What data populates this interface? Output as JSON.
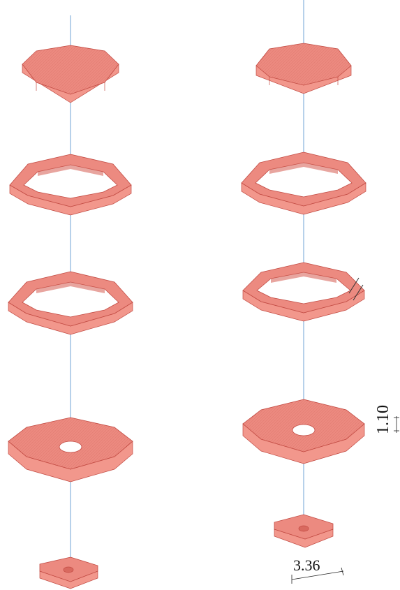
{
  "colors": {
    "top_face": "#ec8a80",
    "side_face": "#f2978c",
    "side_dark": "#d9695f",
    "edge": "#c24b43",
    "axis": "#6fa3d6",
    "dimension": "#222222"
  },
  "dimensions": {
    "width_label": "3.36",
    "thickness_label": "1.10"
  },
  "left_column": {
    "items": [
      {
        "shape": "octagon-plate"
      },
      {
        "shape": "octagon-ring"
      },
      {
        "shape": "octagon-ring"
      },
      {
        "shape": "octagon-plate-with-hole"
      },
      {
        "shape": "square-base-with-hole"
      }
    ]
  },
  "right_column": {
    "items": [
      {
        "shape": "octagon-plate"
      },
      {
        "shape": "octagon-ring"
      },
      {
        "shape": "octagon-ring"
      },
      {
        "shape": "octagon-plate-with-hole"
      },
      {
        "shape": "square-base-with-hole"
      }
    ]
  }
}
